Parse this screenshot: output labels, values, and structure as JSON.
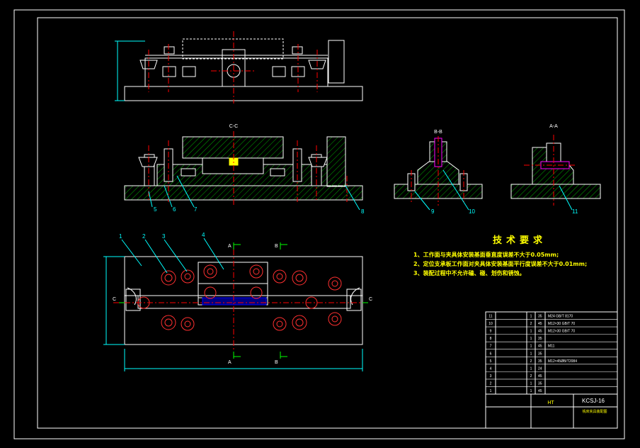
{
  "view_labels": {
    "c_section": "C-C",
    "b_section": "B-B",
    "a_section": "A-A"
  },
  "section_marks": {
    "a_top": "A",
    "a_bottom": "A",
    "b_top": "B",
    "b_bottom": "B",
    "c_left": "C",
    "c_right": "C"
  },
  "part_callouts": {
    "p1": "1",
    "p2": "2",
    "p3": "3",
    "p4": "4",
    "p5": "5",
    "p6": "6",
    "p7": "7",
    "p8": "8",
    "p9": "9",
    "p10": "10",
    "p11": "11"
  },
  "tech_requirements": {
    "title": "技术要求",
    "items": [
      "1、工作面与夹具体安装基面垂直度误差不大于0.05mm;",
      "2、定位支承板工作面对夹具体安装基面平行度误差不大于0.01mm;",
      "3、装配过程中不允许磕、碰、划伤和锈蚀。"
    ]
  },
  "bom": {
    "rows": [
      {
        "no": "11",
        "qty": "1",
        "mat": "35",
        "std": "M24 GB/T 8170"
      },
      {
        "no": "10",
        "qty": "2",
        "mat": "45",
        "std": "M12×30 GB/T 70"
      },
      {
        "no": "9",
        "qty": "1",
        "mat": "45",
        "std": "M12×30 GB/T 70"
      },
      {
        "no": "8",
        "qty": "1",
        "mat": "35",
        "std": ""
      },
      {
        "no": "7",
        "qty": "1",
        "mat": "45",
        "std": "M11"
      },
      {
        "no": "6",
        "qty": "1",
        "mat": "35",
        "std": ""
      },
      {
        "no": "5",
        "qty": "2",
        "mat": "35",
        "std": "M12×45ØB/T2084"
      },
      {
        "no": "4",
        "qty": "1",
        "mat": "24",
        "std": ""
      },
      {
        "no": "3",
        "qty": "2",
        "mat": "45",
        "std": ""
      },
      {
        "no": "2",
        "qty": "1",
        "mat": "35",
        "std": ""
      },
      {
        "no": "1",
        "qty": "1",
        "mat": "45",
        "std": ""
      }
    ]
  },
  "title_block": {
    "drawing_no": "KCSJ-16",
    "name": "铣床夹具装配图",
    "material": "HT"
  },
  "colors": {
    "frame": "#ffffff",
    "outline": "#ffffff",
    "hatch": "#00aa00",
    "center": "#ff0000",
    "dim": "#00ffff",
    "callout": "#00ffff",
    "holes": "#ff3030",
    "screw": "#ff00ff",
    "text": "#ffff00",
    "block": "#0000ff"
  }
}
